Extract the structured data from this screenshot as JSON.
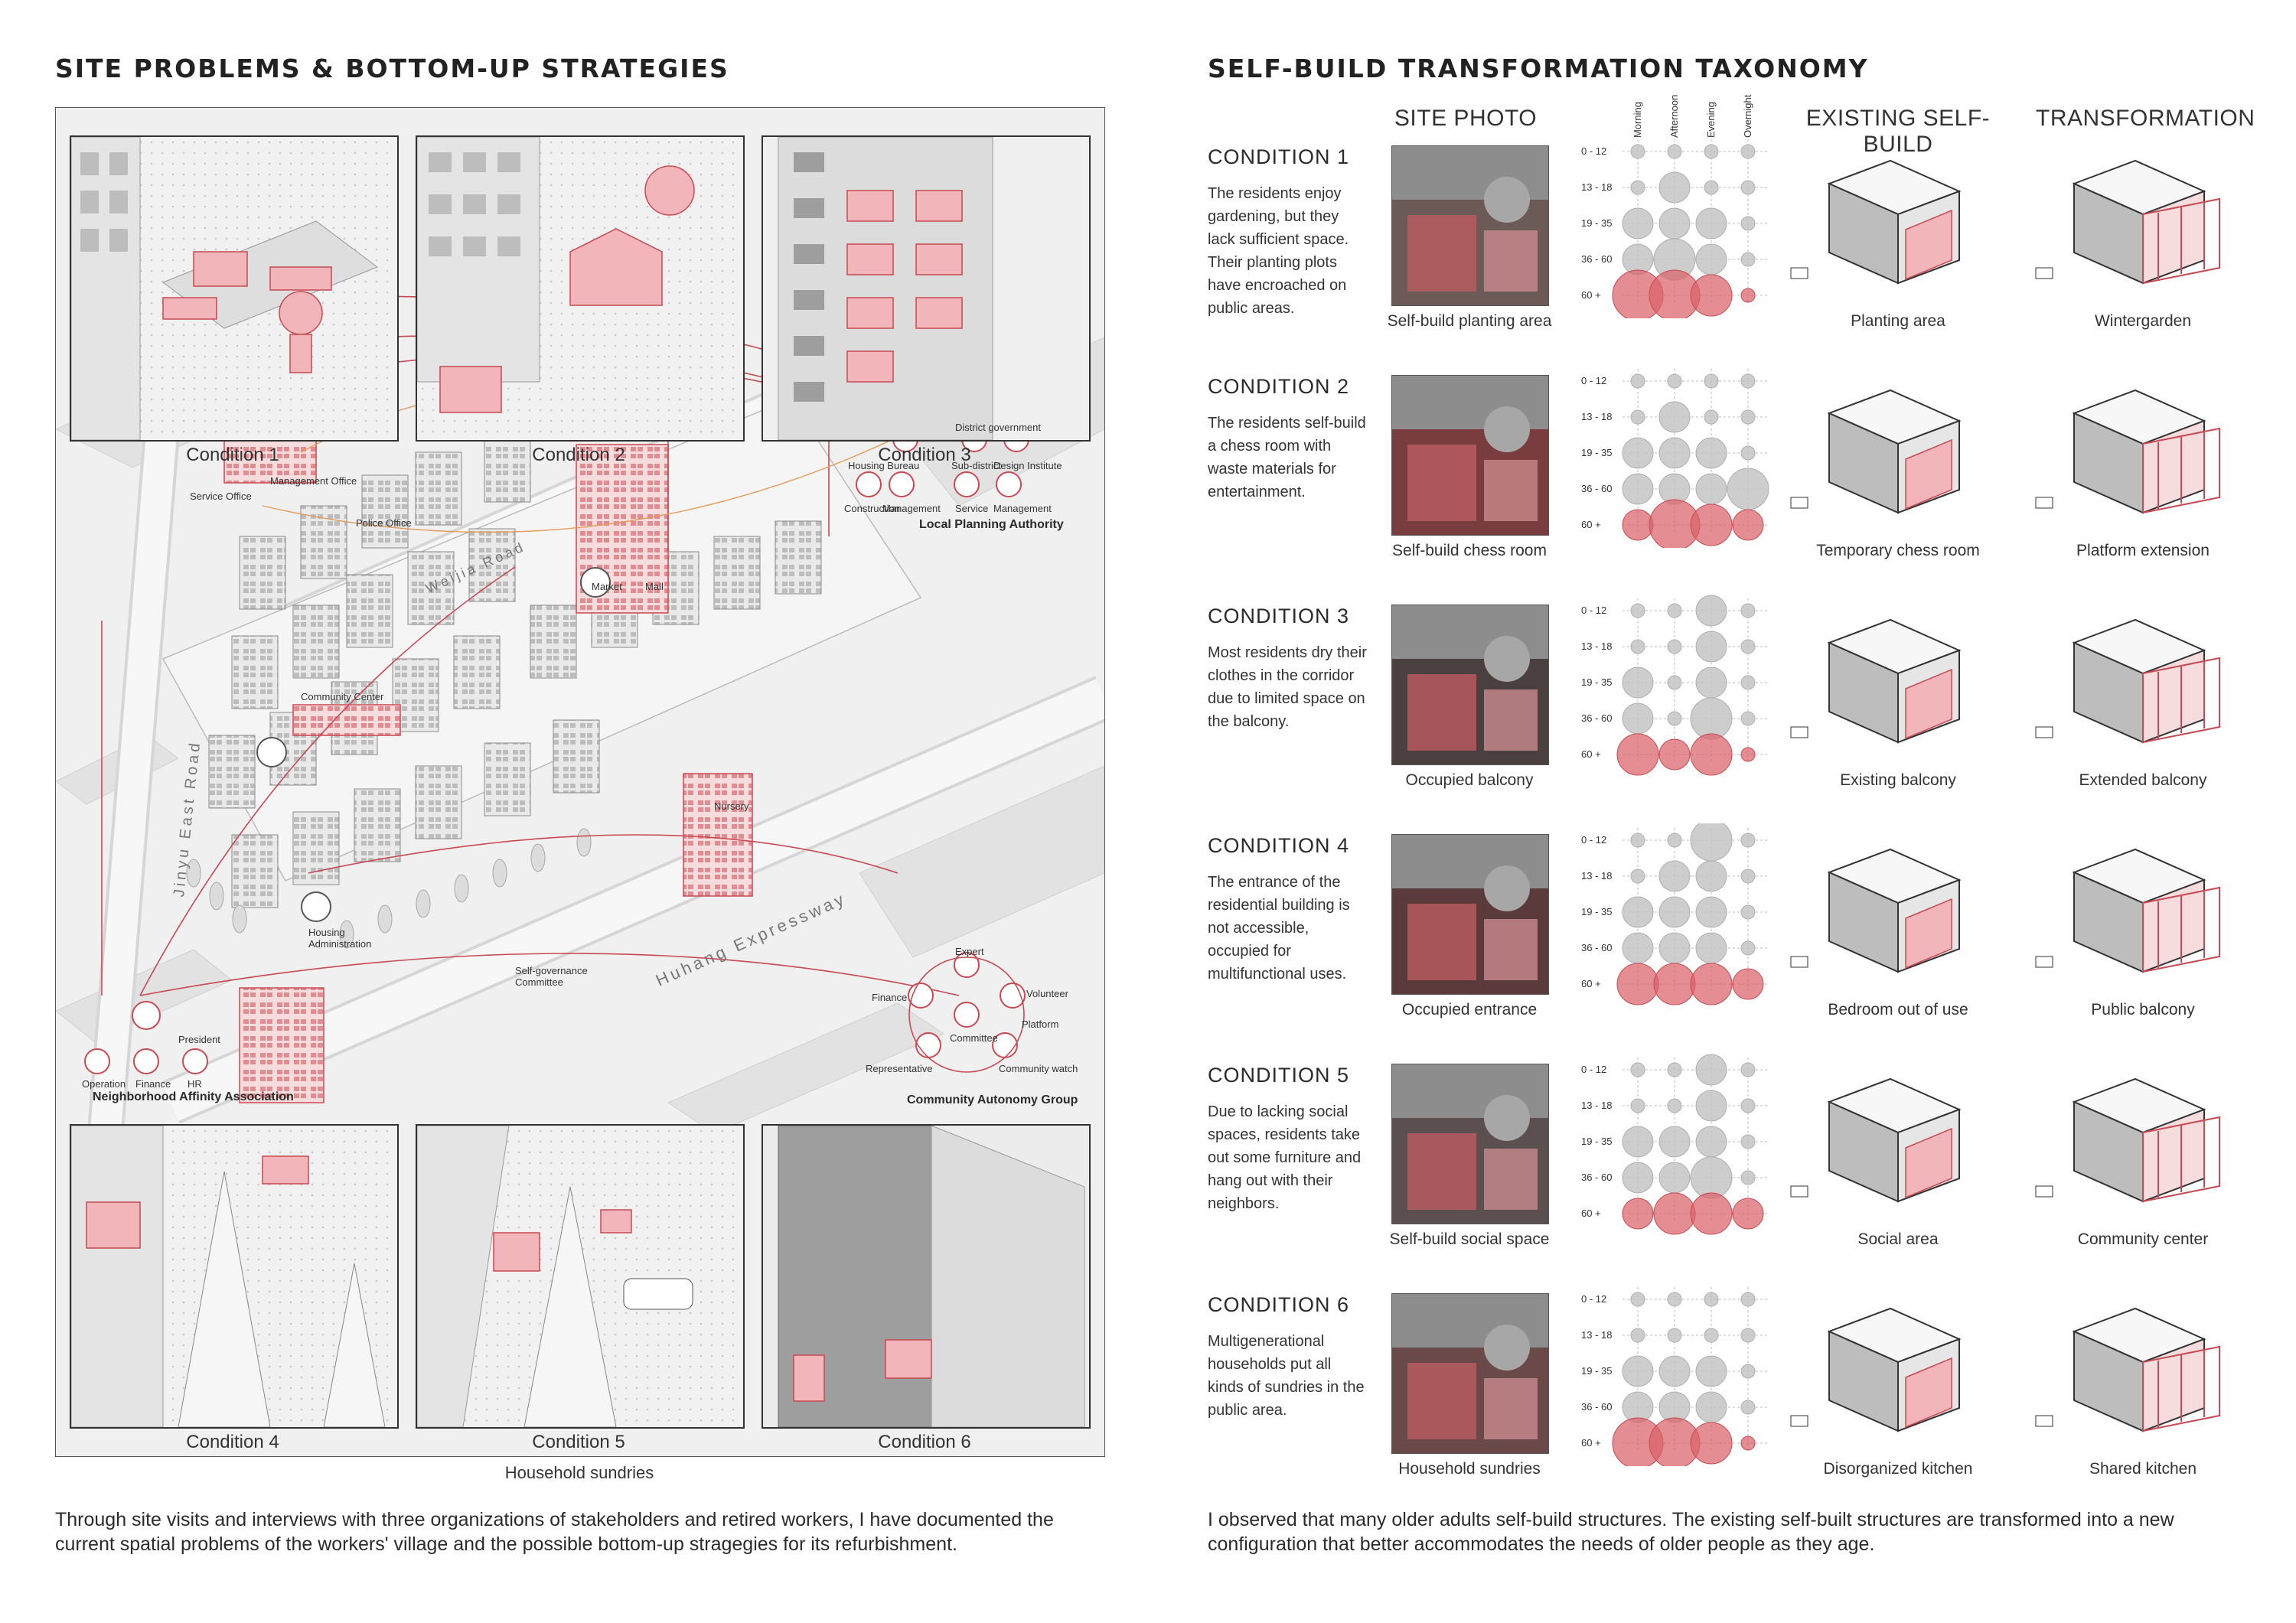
{
  "left": {
    "heading": "SITE PROBLEMS & BOTTOM-UP STRATEGIES",
    "insets_top": [
      {
        "caption": "Condition 1"
      },
      {
        "caption": "Condition 2"
      },
      {
        "caption": "Condition 3"
      }
    ],
    "insets_bottom": [
      {
        "caption": "Condition 4"
      },
      {
        "caption": "Condition 5"
      },
      {
        "caption": "Condition 6"
      }
    ],
    "map_labels": {
      "management_office": "Management Office",
      "service_office": "Service Office",
      "police_office": "Police Office",
      "market": "Market",
      "mall": "Mall",
      "district_government": "District government",
      "housing_bureau": "Housing Bureau",
      "sub_district": "Sub-district",
      "design_institute": "Design Institute",
      "construction": "Construction",
      "management": "Management",
      "service": "Service",
      "management2": "Management",
      "local_planning_authority": "Local Planning Authority",
      "community_center": "Community Center",
      "nursery": "Nursery",
      "housing_administration": "Housing Administration",
      "self_governance_committee": "Self-governance Committee",
      "road_east": "Jinyu East Road",
      "road_expressway": "Huhang Expressway",
      "road_north": "Weijia Road",
      "president": "President",
      "operation": "Operation",
      "finance": "Finance",
      "hr": "HR",
      "neighborhood_affinity_association": "Neighborhood Affinity Association",
      "expert": "Expert",
      "finance2": "Finance",
      "volunteer": "Volunteer",
      "committee": "Committee",
      "platform": "Platform",
      "representative": "Representative",
      "community_watch": "Community watch",
      "community_autonomy_group": "Community Autonomy Group"
    },
    "under_caption": "Household sundries",
    "paragraph": "Through site visits and interviews with three organizations of stakeholders and retired workers, I have documented the current spatial problems of the workers' village and the possible bottom-up stragegies for its refurbishment."
  },
  "right": {
    "heading": "SELF-BUILD TRANSFORMATION TAXONOMY",
    "col_site_photo": "SITE PHOTO",
    "col_existing": "EXISTING SELF-BUILD",
    "col_transformation": "TRANSFORMATION",
    "times": [
      "Morning",
      "Afternoon",
      "Evening",
      "Overnight"
    ],
    "ages": [
      "0 - 12",
      "13 - 18",
      "19 - 35",
      "36 - 60",
      "60 +"
    ],
    "conditions": [
      {
        "title": "CONDITION 1",
        "text": "The residents enjoy gardening, but they lack sufficient space. Their planting plots have encroached on public areas.",
        "photo_caption": "Self-build planting area",
        "existing_caption": "Planting area",
        "transform_caption": "Wintergarden",
        "bubbles": [
          [
            1,
            1,
            1,
            1
          ],
          [
            1,
            2,
            1,
            1
          ],
          [
            2,
            2,
            2,
            1
          ],
          [
            2,
            3,
            2,
            1
          ],
          [
            4,
            4,
            3,
            1
          ]
        ]
      },
      {
        "title": "CONDITION 2",
        "text": "The residents self-build a chess room with waste materials for entertainment.",
        "photo_caption": "Self-build chess room",
        "existing_caption": "Temporary chess room",
        "transform_caption": "Platform extension",
        "bubbles": [
          [
            1,
            1,
            1,
            1
          ],
          [
            1,
            2,
            1,
            1
          ],
          [
            2,
            2,
            2,
            1
          ],
          [
            2,
            2,
            2,
            3
          ],
          [
            2,
            4,
            3,
            2
          ]
        ]
      },
      {
        "title": "CONDITION 3",
        "text": "Most residents dry their clothes in the corridor due to limited space on the balcony.",
        "photo_caption": "Occupied balcony",
        "existing_caption": "Existing balcony",
        "transform_caption": "Extended balcony",
        "bubbles": [
          [
            1,
            1,
            2,
            1
          ],
          [
            1,
            1,
            2,
            1
          ],
          [
            2,
            1,
            2,
            1
          ],
          [
            2,
            1,
            3,
            1
          ],
          [
            3,
            2,
            3,
            1
          ]
        ]
      },
      {
        "title": "CONDITION 4",
        "text": "The entrance of the residential building is not accessible, occupied for multifunctional uses.",
        "photo_caption": "Occupied entrance",
        "existing_caption": "Bedroom out of use",
        "transform_caption": "Public balcony",
        "bubbles": [
          [
            1,
            1,
            3,
            1
          ],
          [
            1,
            2,
            2,
            1
          ],
          [
            2,
            2,
            2,
            1
          ],
          [
            2,
            2,
            2,
            1
          ],
          [
            3,
            3,
            3,
            2
          ]
        ]
      },
      {
        "title": "CONDITION 5",
        "text": "Due to lacking social spaces, residents take out some furniture and hang out with their neighbors.",
        "photo_caption": "Self-build social space",
        "existing_caption": "Social area",
        "transform_caption": "Community center",
        "bubbles": [
          [
            1,
            1,
            2,
            1
          ],
          [
            1,
            1,
            2,
            1
          ],
          [
            2,
            2,
            2,
            1
          ],
          [
            2,
            2,
            3,
            1
          ],
          [
            2,
            3,
            3,
            2
          ]
        ]
      },
      {
        "title": "CONDITION 6",
        "text": "Multigenerational households put all kinds of sundries in the public area.",
        "photo_caption": "Household sundries",
        "existing_caption": "Disorganized kitchen",
        "transform_caption": "Shared kitchen",
        "bubbles": [
          [
            1,
            1,
            1,
            1
          ],
          [
            1,
            1,
            1,
            1
          ],
          [
            2,
            2,
            2,
            1
          ],
          [
            2,
            2,
            2,
            1
          ],
          [
            4,
            4,
            3,
            1
          ]
        ]
      }
    ],
    "paragraph": "I observed that many older adults self-build structures. The existing self-built structures are transformed into a new configuration that better accommodates the needs of older people as they age."
  },
  "colors": {
    "accent_red": "#d9626a",
    "accent_fill": "#e8a1a6",
    "grey_bubble": "#c4c4c4",
    "ink": "#2b2b2b"
  }
}
